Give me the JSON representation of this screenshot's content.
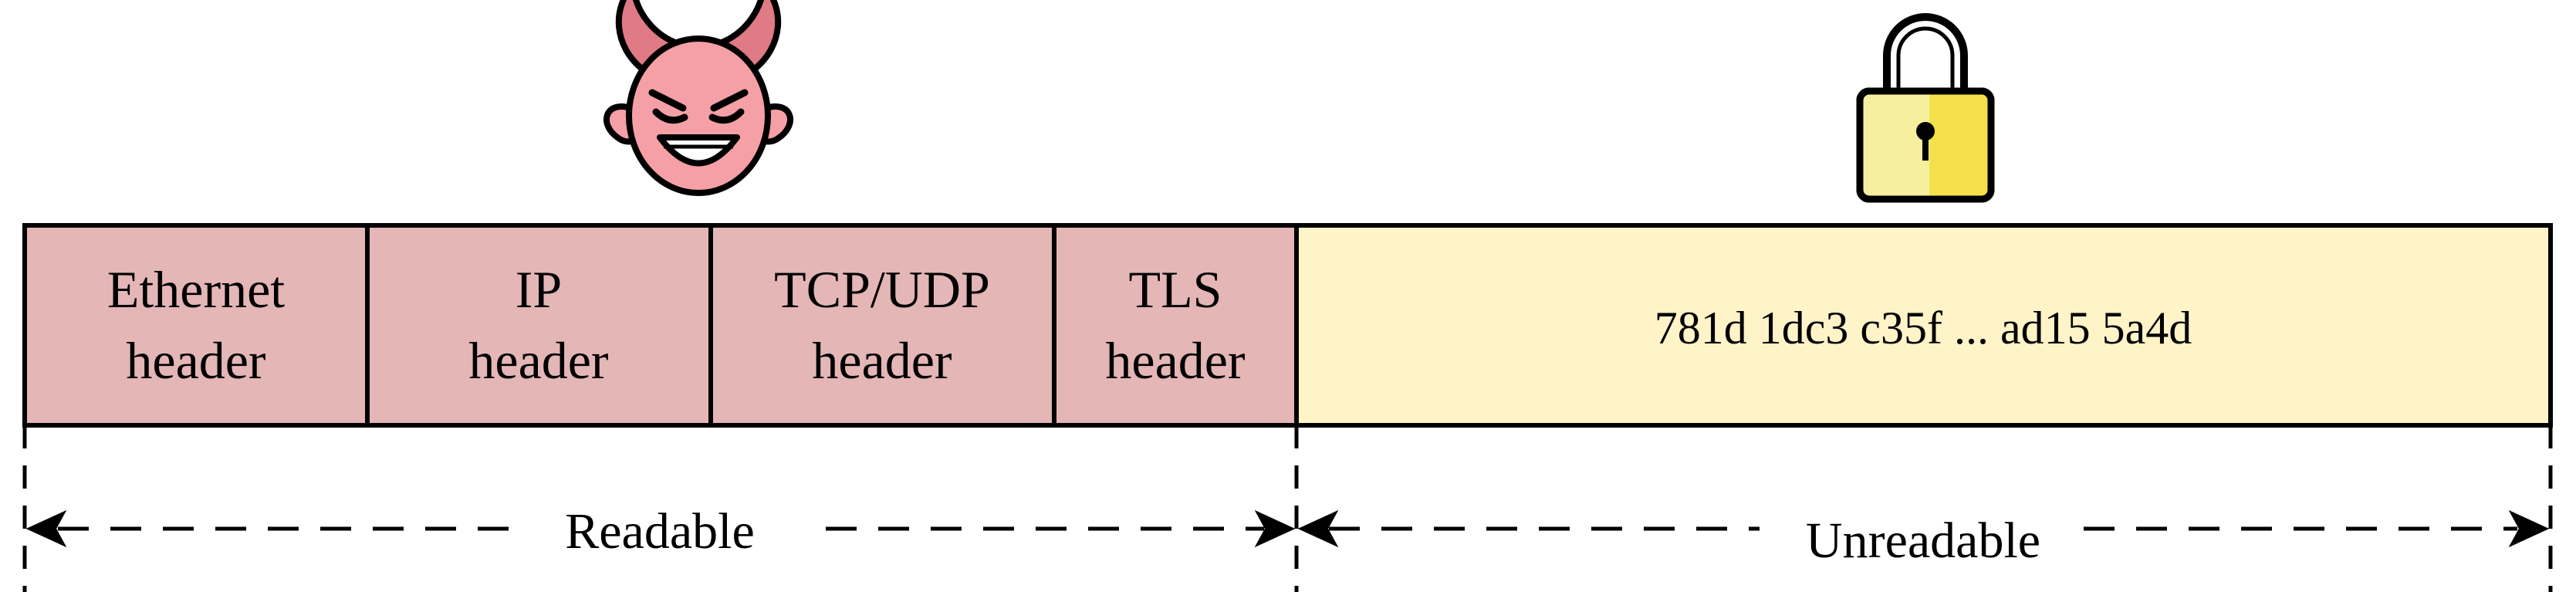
{
  "colors": {
    "header_fill": "#e4b6b6",
    "payload_fill": "#fff3c8",
    "stroke": "#000000",
    "devil_face": "#f5a0a6",
    "devil_horn": "#e07a84",
    "lock_body_light": "#f7efa0",
    "lock_body_dark": "#f3e04a"
  },
  "segments": [
    {
      "line1": "Ethernet",
      "line2": "header"
    },
    {
      "line1": "IP",
      "line2": "header"
    },
    {
      "line1": "TCP/UDP",
      "line2": "header"
    },
    {
      "line1": "TLS",
      "line2": "header"
    }
  ],
  "payload": {
    "text": "781d 1dc3 c35f ... ad15 5a4d"
  },
  "ranges": {
    "readable": "Readable",
    "unreadable": "Unreadable"
  },
  "icons": {
    "attacker": "devil-icon",
    "lock": "padlock-icon"
  }
}
